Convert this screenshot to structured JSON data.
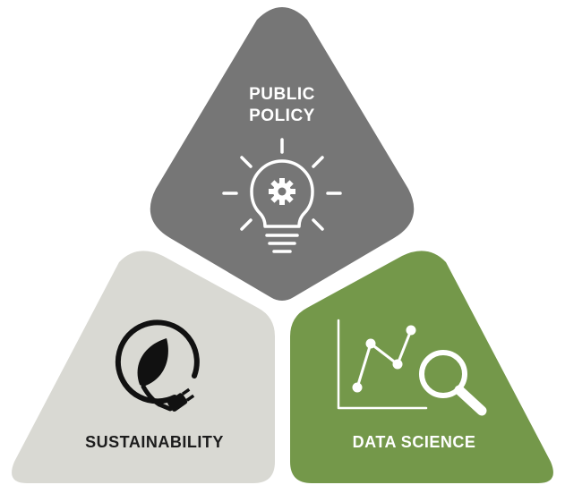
{
  "segments": {
    "public_policy": {
      "line1": "PUBLIC",
      "line2": "POLICY",
      "color": "#767676",
      "icon": "lightbulb-gear-icon"
    },
    "sustainability": {
      "label": "SUSTAINABILITY",
      "color": "#d9d9d3",
      "icon": "leaf-plug-icon"
    },
    "data_science": {
      "label": "DATA SCIENCE",
      "color": "#74984a",
      "icon": "chart-magnifier-icon"
    }
  }
}
